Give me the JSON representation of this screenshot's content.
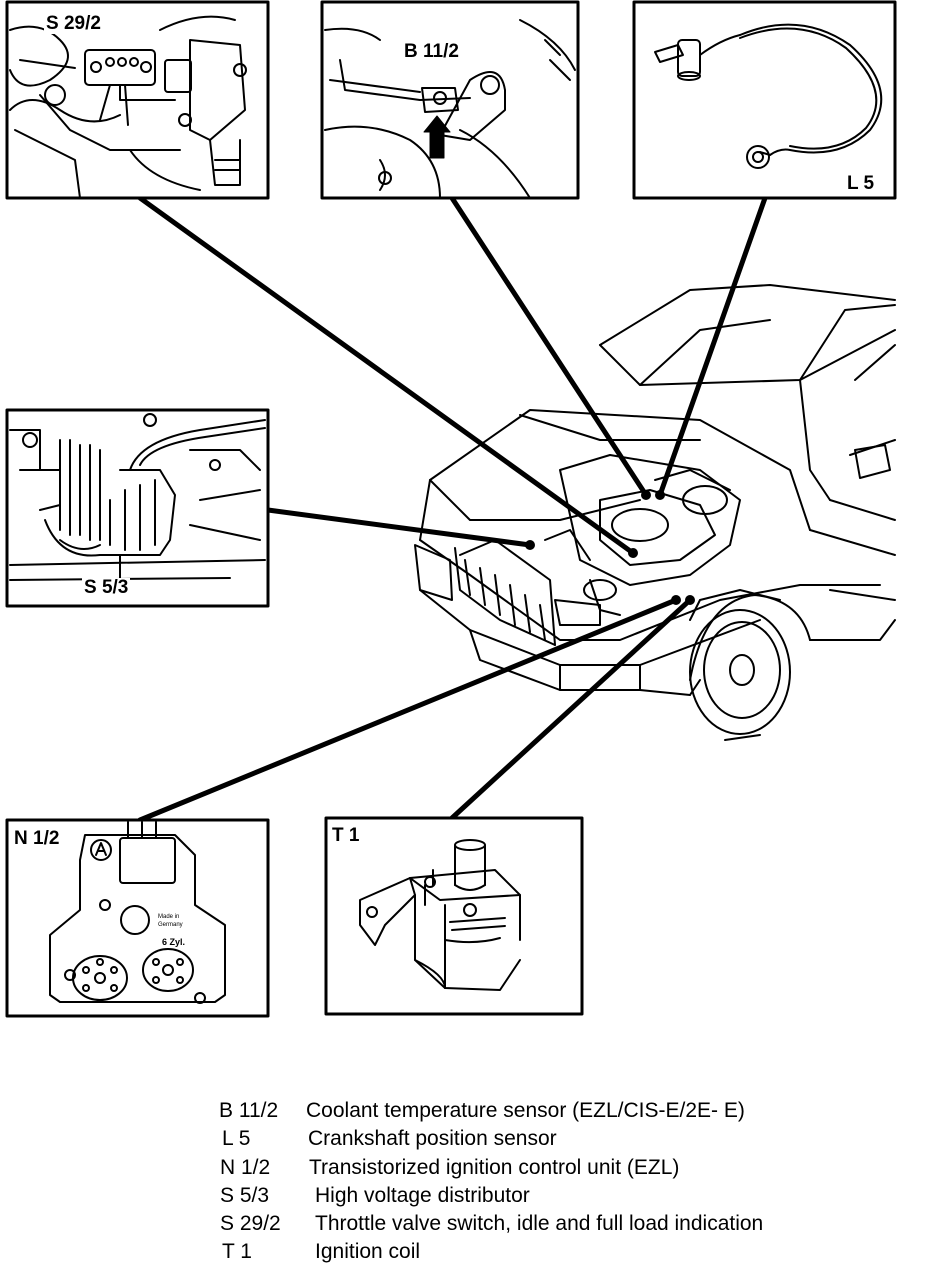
{
  "panels": {
    "s29_2": {
      "label": "S 29/2"
    },
    "b11_2": {
      "label": "B 11/2"
    },
    "l5": {
      "label": "L 5"
    },
    "s5_3": {
      "label": "S 5/3"
    },
    "n1_2": {
      "label": "N 1/2"
    },
    "t1": {
      "label": "T 1"
    }
  },
  "n1_2_detail": {
    "text1": "Made in",
    "text2": "Germany",
    "text3": "6 Zyl."
  },
  "legend": [
    {
      "code": "B 11/2",
      "description": "Coolant temperature sensor (EZL/CIS-E/2E- E)"
    },
    {
      "code": "L 5",
      "description": "Crankshaft position sensor"
    },
    {
      "code": "N 1/2",
      "description": "Transistorized ignition control unit (EZL)"
    },
    {
      "code": "S 5/3",
      "description": "High voltage distributor"
    },
    {
      "code": "S 29/2",
      "description": "Throttle valve switch, idle and full load indication"
    },
    {
      "code": "T 1",
      "description": "Ignition coil"
    }
  ]
}
